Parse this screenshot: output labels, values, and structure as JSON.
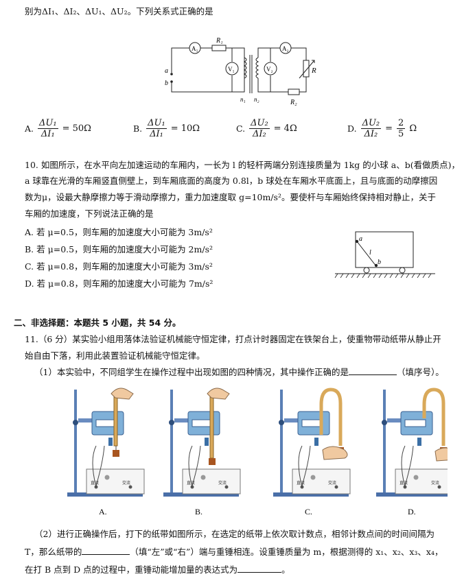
{
  "q9": {
    "intro": "别为ΔI₁、ΔI₂、ΔU₁、ΔU₂。下列关系式正确的是",
    "circuit": {
      "A1": "A₁",
      "A2": "A₂",
      "V1": "V₁",
      "V2": "V₂",
      "R1": "R₁",
      "R2": "R₂",
      "R": "R",
      "a": "a",
      "b": "b",
      "n1": "n₁",
      "n2": "n₂"
    },
    "options": [
      {
        "letter": "A.",
        "num": "ΔU₁",
        "den": "ΔI₁",
        "eq": "= 50Ω"
      },
      {
        "letter": "B.",
        "num": "ΔU₁",
        "den": "ΔI₁",
        "eq": "= 10Ω"
      },
      {
        "letter": "C.",
        "num": "ΔU₂",
        "den": "ΔI₂",
        "eq": "= 4Ω"
      },
      {
        "letter": "D.",
        "num": "ΔU₂",
        "den": "ΔI₂",
        "eq_prefix": "=",
        "eq_num": "2",
        "eq_den": "5",
        "eq_suffix": "Ω"
      }
    ]
  },
  "q10": {
    "line1": "10. 如图所示，在水平向左加速运动的车厢内，一长为 l 的轻杆两端分别连接质量为 1kg 的小球 a、b(看做质点)，",
    "line2": "a 球靠在光滑的车厢竖直侧壁上，到车厢底面的高度为 0.8l，b 球处在车厢水平底面上，且与底面的动摩擦因",
    "line3": "数为μ，设最大静摩擦力等于滑动摩擦力，重力加速度取 g=10m/s²。要使杆与车厢始终保持相对静止，关于",
    "line4": "车厢的加速度，下列说法正确的是",
    "options": [
      "A. 若 μ=0.5，则车厢的加速度大小可能为 3m/s²",
      "B. 若 μ=0.5，则车厢的加速度大小可能为 2m/s²",
      "C. 若 μ=0.8，则车厢的加速度大小可能为 3m/s²",
      "D. 若 μ=0.8，则车厢的加速度大小可能为 7m/s²"
    ],
    "fig": {
      "a": "a",
      "b": "b",
      "l": "l"
    }
  },
  "section2": {
    "title": "二、非选择题：本题共 5 小题，共 54 分。"
  },
  "q11": {
    "line1": "11.（6 分）某实验小组用落体法验证机械能守恒定律，打点计时器固定在铁架台上，使重物带动纸带从静止开",
    "line2": "始自由下落，利用此装置验证机械能守恒定律。",
    "sub1_a": "（1）本实验中，不同组学生在操作过程中出现如图的四种情况，其中操作正确的是",
    "sub1_b": "（填序号）。",
    "fig_labels": [
      "A.",
      "B.",
      "C.",
      "D."
    ],
    "panel_text": {
      "dc": "直流",
      "ac": "交流"
    },
    "sub2_a": "（2）进行正确操作后，打下的纸带如图所示，在选定的纸带上依次取计数点，相邻计数点间的时间间隔为",
    "sub2_b": "T，那么纸带的",
    "sub2_c": "（填“左”或“右”）端与重锤相连。设重锤质量为 m，根据测得的 x₁、x₂、x₃、x₄，",
    "sub2_d": "在打 B 点到 D 点的过程中，重锤动能增加量的表达式为",
    "sub2_e": "。"
  }
}
